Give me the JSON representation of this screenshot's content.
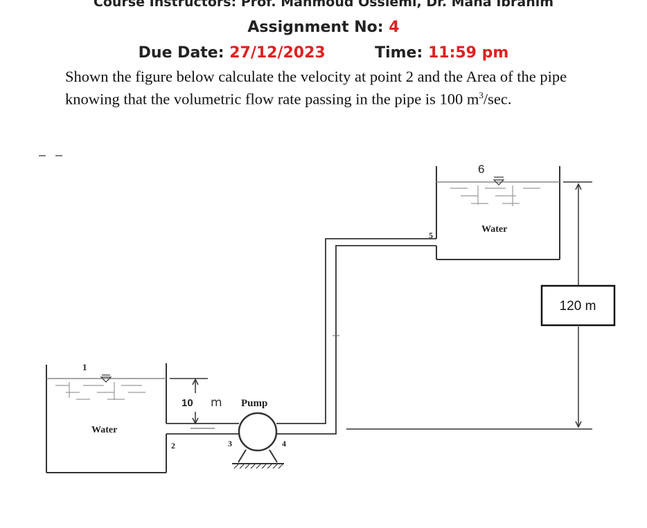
{
  "header": {
    "instructors": "Course Instructors: Prof. Mahmoud Ossiemi, Dr. Maha Ibrahim",
    "assignment_label": "Assignment No:",
    "assignment_no": "4",
    "due_label": "Due Date:",
    "due_date": "27/12/2023",
    "time_label": "Time:",
    "time_value": "11:59 pm"
  },
  "question": {
    "text": "Shown the figure below calculate the velocity at point 2 and the Area of the pipe knowing that the volumetric flow rate passing in the pipe is 100 m",
    "unit_exp": "3",
    "unit_tail": "/sec."
  },
  "figure": {
    "left_tank_label": "Water",
    "right_tank_label": "Water",
    "pump_label": "Pump",
    "height_small": "10",
    "height_small_unit": "m",
    "height_big": "120 m",
    "points": {
      "p1": "1",
      "p2": "2",
      "p3": "3",
      "p4": "4",
      "p5": "5",
      "p6": "6"
    }
  },
  "colors": {
    "accent_red": "#e02020",
    "text": "#222222",
    "line": "#333333"
  }
}
